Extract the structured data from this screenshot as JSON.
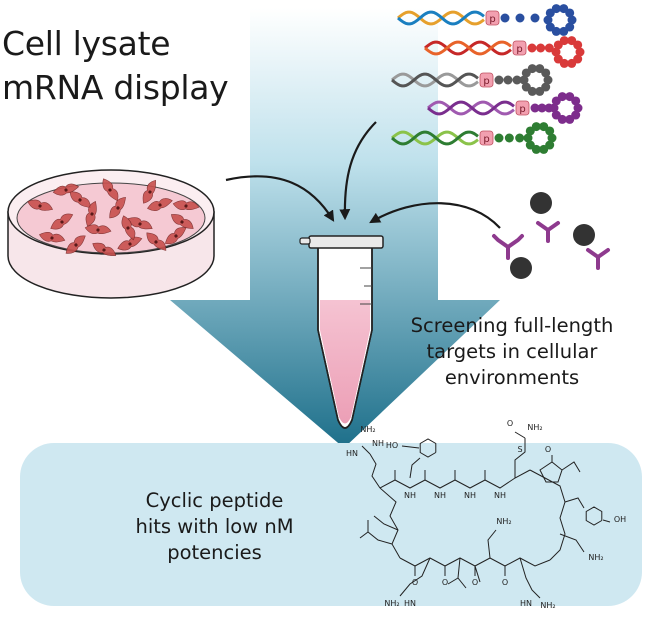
{
  "title": {
    "line1": "Cell lysate",
    "line2": "mRNA display"
  },
  "screening_text": {
    "line1": "Screening full-length",
    "line2": "targets in cellular",
    "line3": "environments"
  },
  "hits_text": {
    "line1": "Cyclic peptide",
    "line2": "hits with low nM",
    "line3": "potencies"
  },
  "puromycin_label": "p",
  "chem_labels": {
    "nh2": "NH₂",
    "nh": "NH",
    "hn": "HN",
    "oh": "OH",
    "ho": "HO",
    "o": "O",
    "s": "S",
    "h": "H",
    "n": "N"
  },
  "colors": {
    "arrow_top": "#ffffff",
    "arrow_bottom": "#1d6f8a",
    "panel": "#cfe8f1",
    "tube_liquid": "#f0b6c8",
    "dish_liquid": "#f5c9d3",
    "cell": "#c8504e",
    "antibody": "#8e3a8e",
    "bead": "#333333",
    "fusions": [
      {
        "dna_a": "#1a7fc0",
        "dna_b": "#e6a02c",
        "peptide": "#2a4fa0"
      },
      {
        "dna_a": "#e8632a",
        "dna_b": "#c62828",
        "peptide": "#d93a3a"
      },
      {
        "dna_a": "#555555",
        "dna_b": "#9a9a9a",
        "peptide": "#5a5a5a"
      },
      {
        "dna_a": "#7a2e8e",
        "dna_b": "#a05ab0",
        "peptide": "#7d2d8c"
      },
      {
        "dna_a": "#2e7d32",
        "dna_b": "#8bc34a",
        "peptide": "#2e7d32"
      }
    ]
  }
}
